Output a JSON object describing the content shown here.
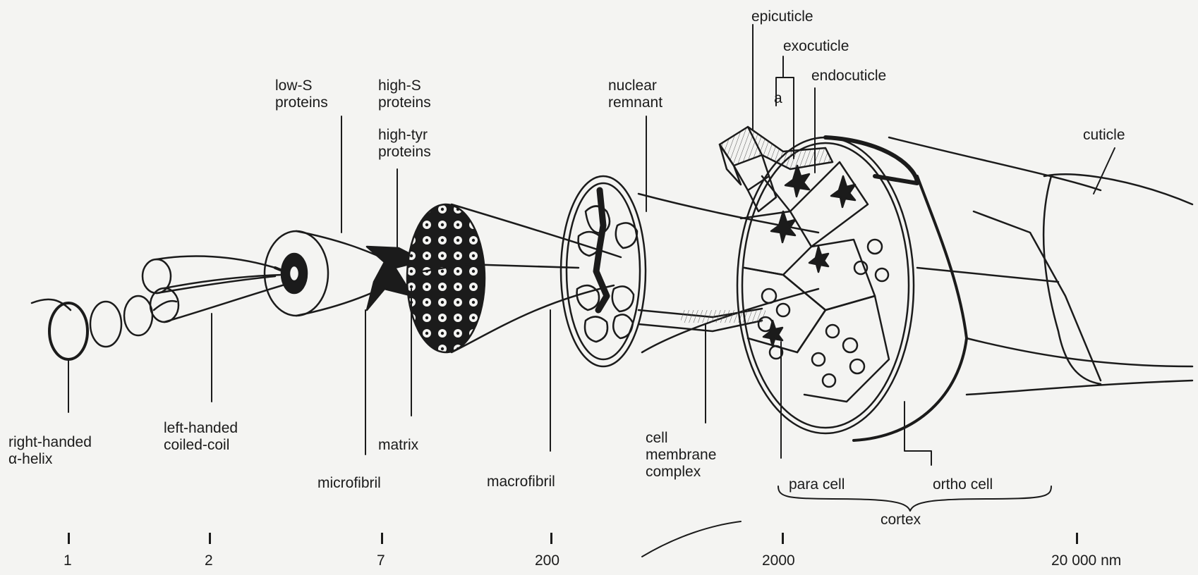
{
  "labels": {
    "right_handed_helix": "right-handed\nα-helix",
    "left_handed_coil": "left-handed\ncoiled-coil",
    "low_s_proteins": "low-S\nproteins",
    "high_s_proteins": "high-S\nproteins",
    "high_tyr_proteins": "high-tyr\nproteins",
    "microfibril": "microfibril",
    "matrix": "matrix",
    "macrofibril": "macrofibril",
    "nuclear_remnant": "nuclear\nremnant",
    "cell_membrane_complex": "cell\nmembrane\ncomplex",
    "epicuticle": "epicuticle",
    "exocuticle": "exocuticle",
    "endocuticle": "endocuticle",
    "a": "a",
    "cuticle": "cuticle",
    "para_cell": "para cell",
    "ortho_cell": "ortho cell",
    "cortex": "cortex"
  },
  "scale": [
    "1",
    "2",
    "7",
    "200",
    "2000",
    "20 000 nm"
  ],
  "colors": {
    "ink": "#1b1b1b",
    "paper": "#f4f4f2"
  }
}
